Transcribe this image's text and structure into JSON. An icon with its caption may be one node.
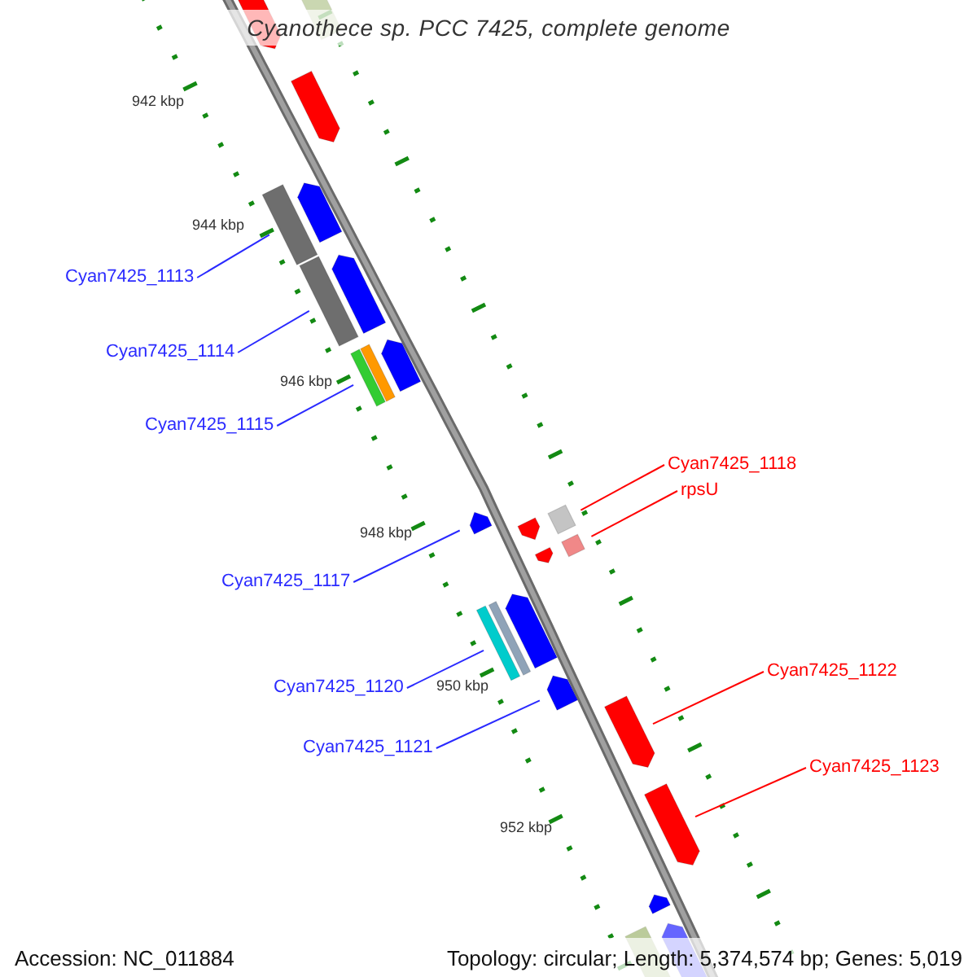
{
  "diagram": {
    "title": "Cyanothece sp. PCC 7425, complete genome",
    "nodes": [
      {
        "text": [
          "Cyan7425_1113"
        ]
      },
      {
        "text": [
          "Cyan7425_1114"
        ]
      },
      {
        "text": [
          "Cyan7425_1115"
        ]
      },
      {
        "text": [
          "Cyan7425_1118"
        ]
      },
      {
        "text": [
          "rpsU"
        ]
      },
      {
        "text": [
          "Cyan7425_1117"
        ]
      },
      {
        "text": [
          "Cyan7425_1122"
        ]
      },
      {
        "text": [
          "Cyan7425_1120"
        ]
      },
      {
        "text": [
          "Cyan7425_1121"
        ]
      },
      {
        "text": [
          "Cyan7425_1123"
        ]
      }
    ],
    "edges": [
      {
        "from": 0,
        "to": null,
        "arrow": "none"
      },
      {
        "from": 1,
        "to": null,
        "arrow": "none"
      },
      {
        "from": 2,
        "to": null,
        "arrow": "none"
      },
      {
        "from": 3,
        "to": null,
        "arrow": "none",
        "color": "#ff0000"
      },
      {
        "from": 4,
        "to": null,
        "arrow": "none",
        "color": "#ff0000"
      },
      {
        "from": 5,
        "to": null,
        "arrow": "none"
      },
      {
        "from": 6,
        "to": null,
        "arrow": "none",
        "color": "#ff0000"
      },
      {
        "from": 7,
        "to": null,
        "arrow": "none"
      },
      {
        "from": 8,
        "to": null,
        "arrow": "none"
      },
      {
        "from": 9,
        "to": null,
        "arrow": "none",
        "color": "#ff0000"
      }
    ],
    "labels": [
      "942 kbp",
      "944 kbp",
      "946 kbp",
      "948 kbp",
      "950 kbp",
      "952 kbp",
      "Accession: NC_011884",
      "Topology: circular; Length: 5,374,574 bp; Genes: 5,019"
    ]
  }
}
